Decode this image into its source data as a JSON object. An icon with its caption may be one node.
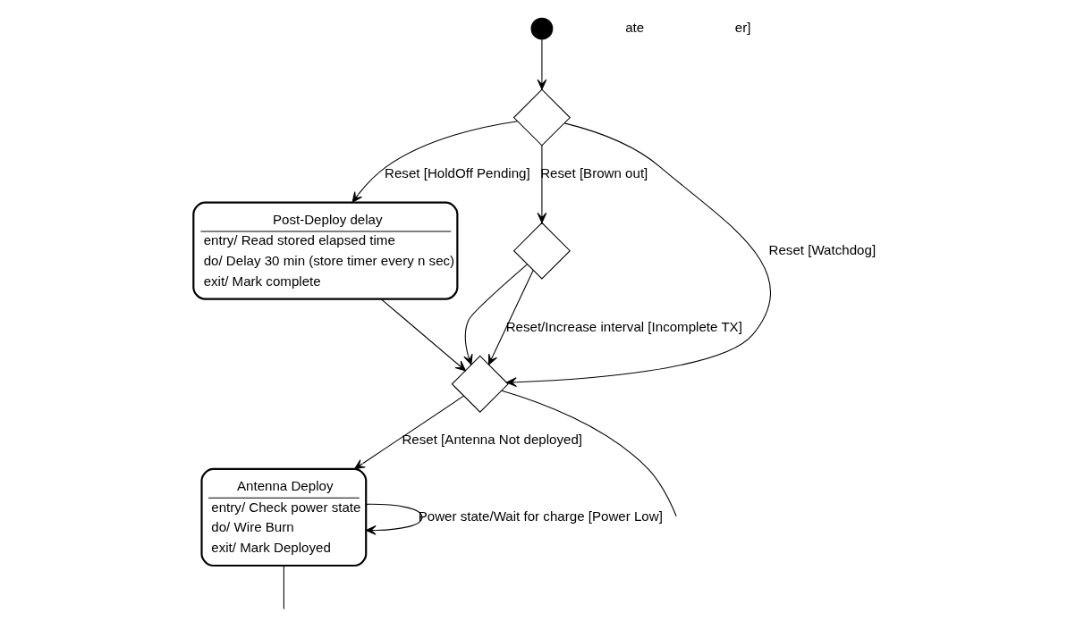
{
  "diagram": {
    "nodes": [
      {
        "text": [],
        "shape": "circle"
      },
      {
        "text": [],
        "shape": "diamond"
      },
      {
        "text": [
          "Post-Deploy delay",
          "entry/ Read stored elapsed time",
          "do/ Delay 30 min (store timer every n sec)",
          "exit/ Mark complete"
        ]
      },
      {
        "text": [],
        "shape": "diamond"
      },
      {
        "text": [],
        "shape": "diamond"
      },
      {
        "text": [
          "Antenna Deploy",
          "entry/ Check power state",
          "do/ Wire Burn",
          "exit/ Mark Deployed"
        ]
      }
    ],
    "edges": [
      {
        "from": 0,
        "to": 1,
        "arrow": "to"
      },
      {
        "from": 1,
        "to": 2,
        "arrow": "to",
        "label": "Reset [HoldOff Pending]"
      },
      {
        "from": 1,
        "to": 3,
        "arrow": "to",
        "label": "Reset [Brown out]"
      },
      {
        "from": 1,
        "to": 4,
        "arrow": "to",
        "label": "Reset [Watchdog]"
      },
      {
        "from": 3,
        "to": 4,
        "arrow": "to"
      },
      {
        "from": 3,
        "to": 4,
        "arrow": "to",
        "label": "Reset/Increase interval [Incomplete TX]"
      },
      {
        "from": 2,
        "to": 4,
        "arrow": "to"
      },
      {
        "from": 4,
        "to": 5,
        "arrow": "to",
        "label": "Reset [Antenna Not deployed]"
      },
      {
        "from": 5,
        "to": 5,
        "arrow": "to",
        "label": "Power state/Wait for charge [Power Low]"
      },
      {
        "from": 4,
        "to": null,
        "arrow": "none"
      },
      {
        "from": 5,
        "to": null,
        "arrow": "none"
      }
    ],
    "labels": [
      "ate",
      "er]"
    ]
  }
}
